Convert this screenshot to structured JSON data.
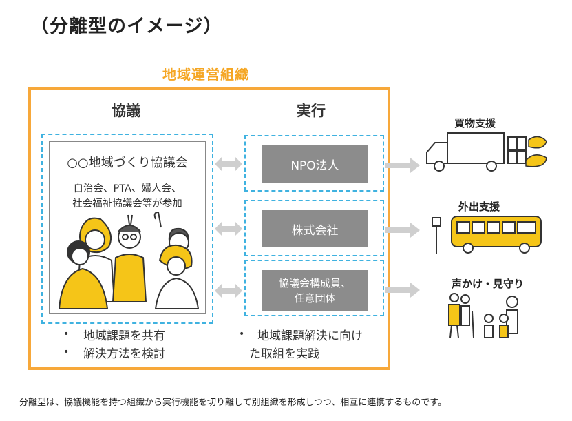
{
  "heading": "（分離型のイメージ）",
  "org_title": "地域運営組織",
  "columns": {
    "kyogi": "協議",
    "jikko": "実行"
  },
  "council": {
    "name": "○○地域づくり協議会",
    "lines": [
      "自治会、PTA、婦人会、",
      "社会福祉協議会等が参加"
    ]
  },
  "exec_bodies": [
    {
      "lines": [
        "NPO法人"
      ]
    },
    {
      "lines": [
        "株式会社"
      ]
    },
    {
      "lines": [
        "協議会構成員、",
        "任意団体"
      ]
    }
  ],
  "bullets_kyogi": [
    "地域課題を共有",
    "解決方法を検討"
  ],
  "bullets_jikko": [
    "地域課題解決に向け",
    "た取組を実践"
  ],
  "bullet_symbol": "•",
  "activities": [
    "買物支援",
    "外出支援",
    "声かけ・見守り"
  ],
  "caption": "分離型は、協議機能を持つ組織から実行機能を切り離して別組織を形成しつつ、相互に連携するものです。",
  "colors": {
    "orange": "#f7a83a",
    "blue_dash": "#3fb2e0",
    "gray_box": "#8c8c8c",
    "arrow": "#cfcfcf",
    "yellow": "#f5c518"
  }
}
